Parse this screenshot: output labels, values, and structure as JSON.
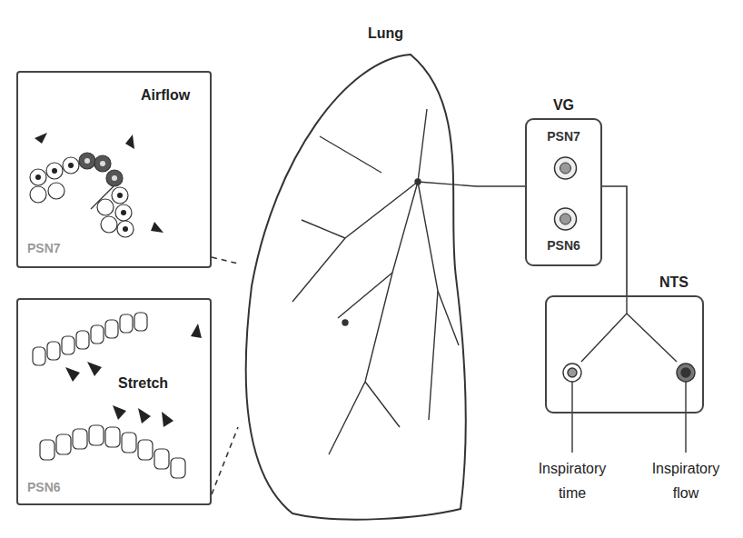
{
  "diagram": {
    "nodes": [
      {
        "text": [
          "Airflow",
          "PSN7"
        ]
      },
      {
        "text": [
          "Stretch",
          "PSN6"
        ]
      },
      {
        "text": [
          "Lung"
        ]
      },
      {
        "text": [
          "VG"
        ]
      },
      {
        "text": [
          "PSN7"
        ],
        "in": 3
      },
      {
        "text": [
          "PSN6"
        ],
        "in": 3
      },
      {
        "text": [
          "NTS"
        ]
      }
    ],
    "edges": [
      {
        "from": 0,
        "to": 2,
        "arrow": "none"
      },
      {
        "from": 1,
        "to": 2,
        "arrow": "none"
      },
      {
        "from": 2,
        "to": 3,
        "arrow": "none"
      },
      {
        "from": 3,
        "to": 6,
        "arrow": "none"
      }
    ],
    "labels": [
      "Inspiratory time",
      "Inspiratory flow"
    ]
  }
}
